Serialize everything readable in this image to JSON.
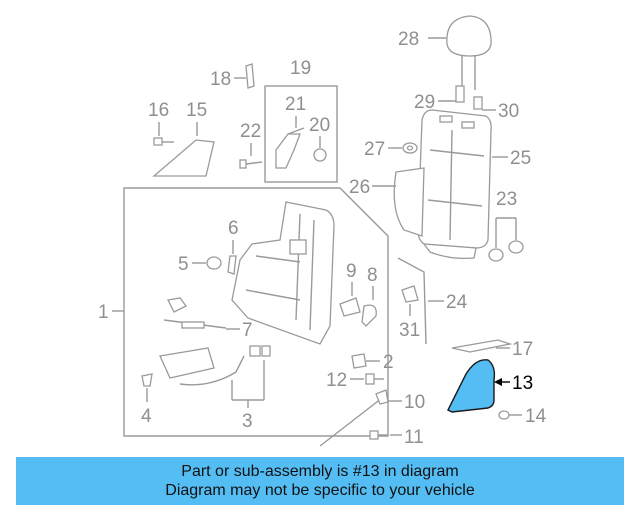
{
  "diagram": {
    "callouts": [
      "1",
      "2",
      "3",
      "4",
      "5",
      "6",
      "7",
      "8",
      "9",
      "10",
      "11",
      "12",
      "13",
      "14",
      "15",
      "16",
      "17",
      "18",
      "19",
      "20",
      "21",
      "22",
      "23",
      "24",
      "25",
      "26",
      "27",
      "28",
      "29",
      "30",
      "31"
    ],
    "highlight_part": "13",
    "colors": {
      "line": "#9a9a9a",
      "label": "#8f8f8f",
      "highlight_fill": "#54bdf4",
      "highlight_stroke": "#1a1a1a"
    }
  },
  "banner": {
    "line1": "Part or sub-assembly is #13 in diagram",
    "line2": "Diagram may not be specific to your vehicle",
    "background": "#54bdf4"
  }
}
